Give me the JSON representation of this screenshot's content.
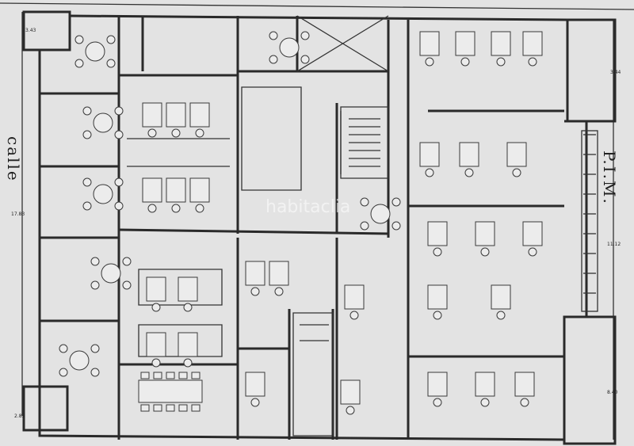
{
  "plan": {
    "street_left": "calle",
    "street_right": "P.I.M.",
    "watermark": "habitaclia",
    "dimensions": {
      "left_top": "3.43",
      "left_total": "17.83",
      "left_bottom": "2.85",
      "right_top": "3.44",
      "right_middle": "11.12",
      "right_bottom": "8.40"
    }
  }
}
